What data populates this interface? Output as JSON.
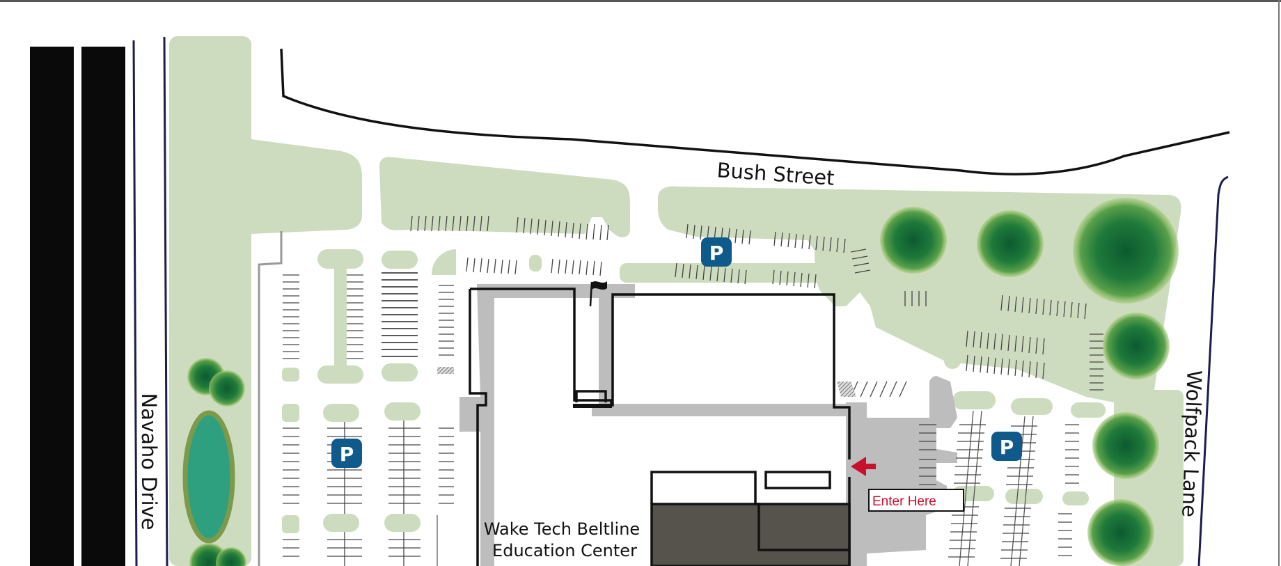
{
  "map": {
    "streets": {
      "north": "Bush Street",
      "west": "Navaho Drive",
      "east": "Wolfpack Lane"
    },
    "building": {
      "line1": "Wake Tech Beltline",
      "line2": "Education Center"
    },
    "entrance": {
      "label": "Enter Here"
    },
    "parking_symbol": "P",
    "parking_markers": [
      "north-lot",
      "west-lot",
      "east-lot"
    ],
    "colors": {
      "landscape": "#cddcbf",
      "asphalt": "#bdbdbd",
      "parking_badge": "#0e5a8a",
      "entrance": "#c8102e",
      "pond": "#2fa07f",
      "pond_rim": "#7d9a4a",
      "tree": "#1f7a3a",
      "rail": "#0a0a0a",
      "road_edge": "#1c1c4e"
    }
  }
}
